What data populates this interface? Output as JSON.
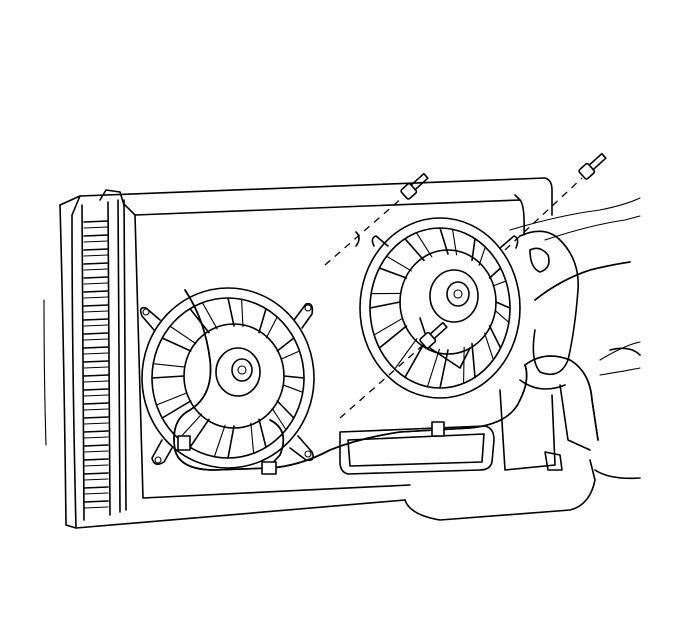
{
  "diagram": {
    "colors": {
      "ink": "#000000",
      "background": "#ffffff"
    },
    "components": [
      {
        "id": "radiator",
        "icon": "radiator-core-icon"
      },
      {
        "id": "fan-shroud",
        "icon": "fan-shroud-icon"
      },
      {
        "id": "left-cooling-fan",
        "icon": "cooling-fan-icon"
      },
      {
        "id": "right-cooling-fan",
        "icon": "cooling-fan-icon"
      },
      {
        "id": "wiring-harness",
        "icon": "wiring-harness-icon"
      },
      {
        "id": "upper-left-bolt",
        "icon": "bolt-icon"
      },
      {
        "id": "upper-right-bolt",
        "icon": "bolt-icon"
      },
      {
        "id": "lower-center-bolt",
        "icon": "bolt-icon"
      }
    ]
  }
}
